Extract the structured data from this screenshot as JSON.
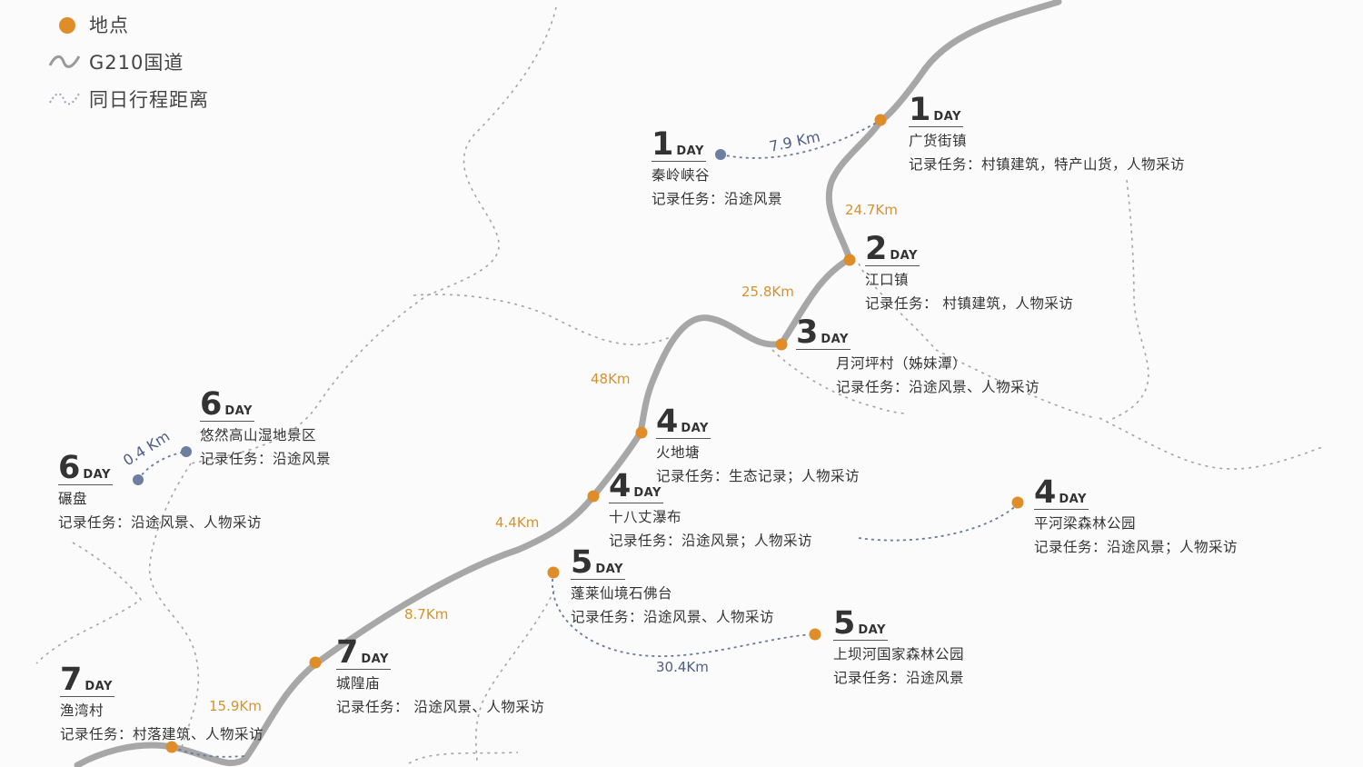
{
  "legend": {
    "items": [
      {
        "label": "地点",
        "icon": "orange-dot-icon"
      },
      {
        "label": "G210国道",
        "icon": "road-line-icon"
      },
      {
        "label": "同日行程距离",
        "icon": "dashed-line-icon"
      }
    ]
  },
  "colors": {
    "road": "#a7a7a7",
    "dot_orange": "#de8d29",
    "dot_blue": "#6e7ea0",
    "dashed": "#8a8a8a",
    "dashed_blue": "#6a7a9a",
    "dist_orange": "#d6922c",
    "dist_blue": "#4d5f86"
  },
  "stops": [
    {
      "day": "1",
      "unit": "DAY",
      "name": "广货街镇",
      "task": "记录任务：村镇建筑，特产山货，人物采访"
    },
    {
      "day": "1",
      "unit": "DAY",
      "name": "秦岭峡谷",
      "task": "记录任务：沿途风景"
    },
    {
      "day": "2",
      "unit": "DAY",
      "name": "江口镇",
      "task": "记录任务： 村镇建筑，人物采访"
    },
    {
      "day": "3",
      "unit": "DAY",
      "name": "月河坪村（姊妹潭）",
      "task": "记录任务：沿途风景、人物采访"
    },
    {
      "day": "4",
      "unit": "DAY",
      "name": "火地塘",
      "task": "记录任务：生态记录；人物采访"
    },
    {
      "day": "4",
      "unit": "DAY",
      "name": "十八丈瀑布",
      "task": "记录任务：沿途风景；人物采访"
    },
    {
      "day": "4",
      "unit": "DAY",
      "name": "平河梁森林公园",
      "task": "记录任务：沿途风景；人物采访"
    },
    {
      "day": "5",
      "unit": "DAY",
      "name": "蓬莱仙境石佛台",
      "task": "记录任务：沿途风景、人物采访"
    },
    {
      "day": "5",
      "unit": "DAY",
      "name": "上坝河国家森林公园",
      "task": "记录任务：沿途风景"
    },
    {
      "day": "6",
      "unit": "DAY",
      "name": "悠然高山湿地景区",
      "task": "记录任务：沿途风景"
    },
    {
      "day": "6",
      "unit": "DAY",
      "name": "碾盘",
      "task": "记录任务：沿途风景、人物采访"
    },
    {
      "day": "7",
      "unit": "DAY",
      "name": "城隍庙",
      "task": "记录任务： 沿途风景、人物采访"
    },
    {
      "day": "7",
      "unit": "DAY",
      "name": "渔湾村",
      "task": "记录任务：村落建筑、人物采访"
    }
  ],
  "distances": [
    "7.9 Km",
    "24.7Km",
    "25.8Km",
    "48Km",
    "4.4Km",
    "8.7Km",
    "15.9Km",
    "30.4Km",
    "0.4 Km"
  ]
}
